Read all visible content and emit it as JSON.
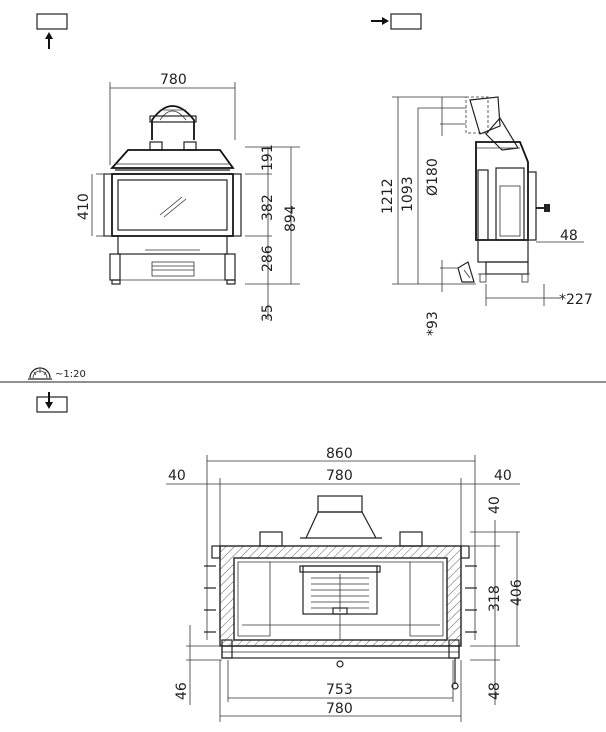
{
  "view_icons": {
    "front": "front-view-arrow-up-icon",
    "side": "side-view-arrow-right-icon",
    "top": "top-view-arrow-down-icon",
    "scale_icon": "gauge-scale-icon"
  },
  "scale_label": "~1:20",
  "front_view": {
    "width": "780",
    "h_top": "191",
    "h_glass": "382",
    "h_bottom": "286",
    "h_total": "894",
    "h_feet": "35",
    "h_door": "410"
  },
  "side_view": {
    "h_total": "1212",
    "h_body": "1093",
    "flue_diameter": "Ø180",
    "handle_depth": "48",
    "depth": "*227",
    "base_offset": "*93"
  },
  "top_view": {
    "outer_width": "860",
    "inner_width": "780",
    "margin_left": "40",
    "margin_right": "40",
    "depth_margin": "40",
    "depth_inner": "318",
    "depth_total": "406",
    "front_left": "46",
    "front_right": "48",
    "bottom_inner": "753",
    "bottom_outer": "780"
  }
}
